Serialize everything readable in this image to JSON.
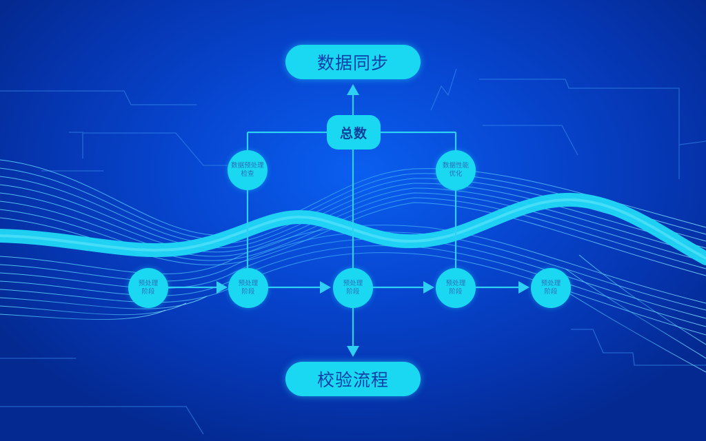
{
  "diagram": {
    "top_pill": {
      "label": "数据同步"
    },
    "bottom_pill": {
      "label": "校验流程"
    },
    "center_box": {
      "label": "总数"
    },
    "upper_nodes": [
      {
        "line1": "数据预处理",
        "line2": "检查"
      },
      {
        "line1": "数据性能",
        "line2": "优化"
      }
    ],
    "flow_nodes": [
      {
        "line1": "预处理",
        "line2": "阶段"
      },
      {
        "line1": "预处理",
        "line2": "阶段"
      },
      {
        "line1": "预处理",
        "line2": "阶段"
      },
      {
        "line1": "预处理",
        "line2": "阶段"
      },
      {
        "line1": "预处理",
        "line2": "阶段"
      }
    ]
  },
  "colors": {
    "background": "#0747d2",
    "node_fill": "#1ad8f2",
    "line": "#2fd0f5",
    "text_dark": "#0a3fa8"
  }
}
